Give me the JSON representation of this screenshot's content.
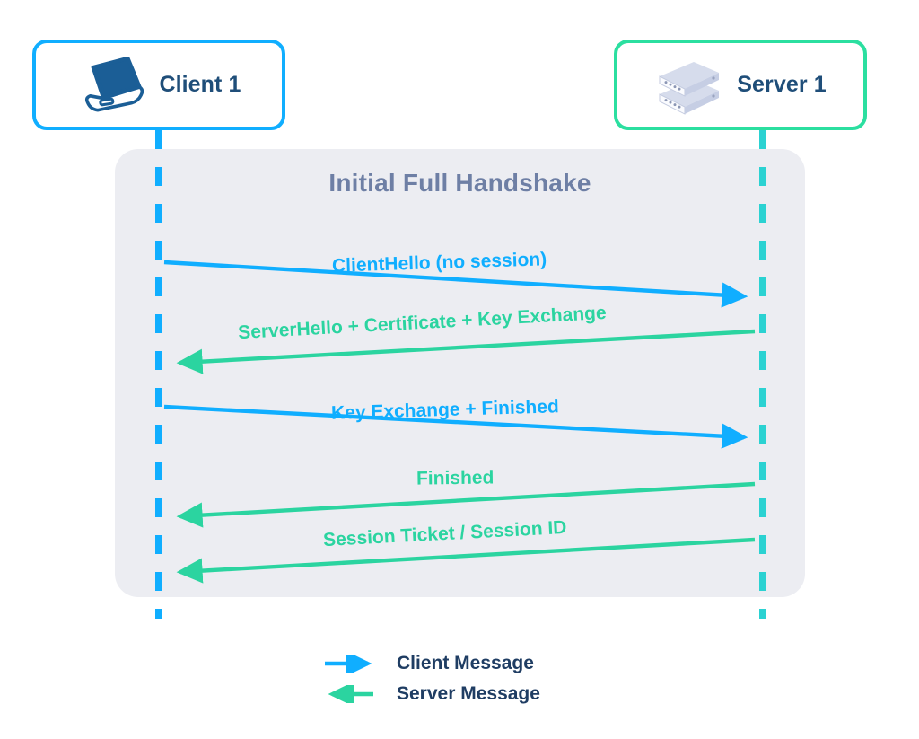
{
  "diagram": {
    "title": "Initial Full Handshake",
    "type": "sequence-diagram"
  },
  "participants": [
    {
      "id": "client",
      "label": "Client 1",
      "icon": "laptop-icon",
      "border_color": "#10AEFF",
      "lifeline_color": "#10AEFF"
    },
    {
      "id": "server",
      "label": "Server 1",
      "icon": "server-rack-icon",
      "border_color": "#2BDFA0",
      "lifeline_color": "#2BD2D2"
    }
  ],
  "messages": [
    {
      "label": "ClientHello (no session)",
      "from": "client",
      "to": "server",
      "direction": "right",
      "color": "#10AEFF"
    },
    {
      "label": "ServerHello + Certificate + Key Exchange",
      "from": "server",
      "to": "client",
      "direction": "left",
      "color": "#2BD4A0"
    },
    {
      "label": "Key Exchange + Finished",
      "from": "client",
      "to": "server",
      "direction": "right",
      "color": "#10AEFF"
    },
    {
      "label": "Finished",
      "from": "server",
      "to": "client",
      "direction": "left",
      "color": "#2BD4A0"
    },
    {
      "label": "Session Ticket / Session ID",
      "from": "server",
      "to": "client",
      "direction": "left",
      "color": "#2BD4A0"
    }
  ],
  "legend": [
    {
      "label": "Client Message",
      "direction": "right",
      "color": "#10AEFF"
    },
    {
      "label": "Server Message",
      "direction": "left",
      "color": "#2BD4A0"
    }
  ],
  "colors": {
    "client_accent": "#10AEFF",
    "server_accent": "#2BDFA0",
    "server_message": "#2BD4A0",
    "server_lifeline": "#2BD2D2",
    "panel_background": "#ECEDF2",
    "title_text": "#6E7FA5",
    "node_text": "#1F4E79",
    "legend_text": "#1F3D63"
  }
}
